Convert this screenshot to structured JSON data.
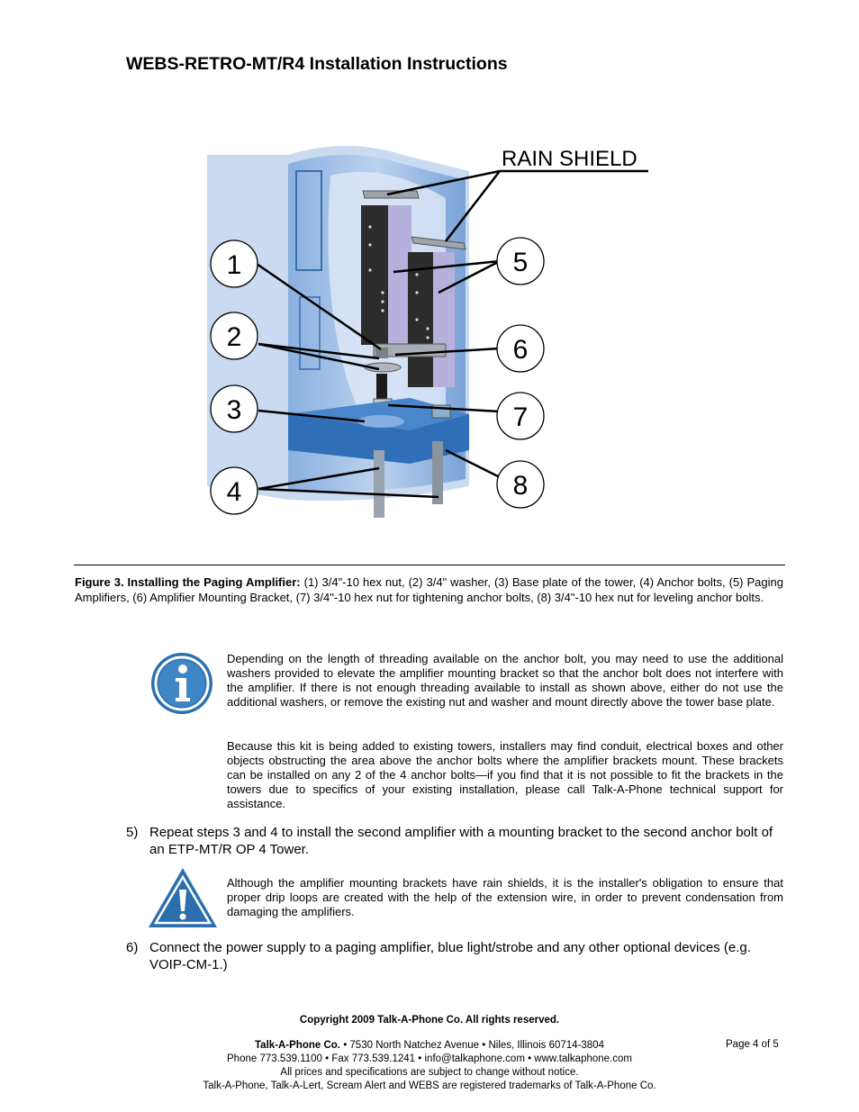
{
  "header": {
    "title": "WEBS-RETRO-MT/R4 Installation Instructions"
  },
  "figure": {
    "rain_shield_label": "RAIN SHIELD",
    "callouts": [
      "1",
      "2",
      "3",
      "4",
      "5",
      "6",
      "7",
      "8"
    ]
  },
  "caption": {
    "lead": "Figure 3. Installing the Paging Amplifier:",
    "body": " (1) 3/4\"-10 hex nut, (2) 3/4\" washer, (3) Base plate of the tower, (4) Anchor bolts, (5) Paging Amplifiers, (6) Amplifier Mounting Bracket, (7) 3/4\"-10 hex nut for tightening anchor bolts, (8) 3/4\"-10 hex nut for leveling anchor bolts."
  },
  "info_note": {
    "paragraph1": "Depending on the length of threading available on the anchor bolt, you may need to use the additional washers provided to elevate the amplifier mounting bracket so that the anchor bolt does not interfere with the amplifier.  If there is not enough threading available to install as shown above, either do not use the additional washers, or remove the existing nut and washer and mount directly above the tower base plate.",
    "paragraph2": "Because this kit is being added to existing towers, installers may find conduit, electrical boxes and other objects obstructing the area above the anchor bolts where the amplifier brackets mount. These brackets can be installed on any 2 of the 4 anchor bolts—if you find that it is not possible to fit the brackets in the towers due to specifics of your existing installation, please call Talk-A-Phone technical support for assistance."
  },
  "steps": [
    {
      "number": "5)",
      "text": "Repeat steps 3 and 4 to install the second amplifier with a mounting bracket to the second anchor bolt of an ETP-MT/R OP 4 Tower."
    },
    {
      "number": "6)",
      "text": "Connect the power supply to a paging amplifier, blue light/strobe and any other optional devices (e.g. VOIP-CM-1.)"
    }
  ],
  "warning_note": {
    "text": "Although the amplifier mounting brackets have rain shields, it is the installer's obligation to ensure that proper drip loops are created with the help of the extension wire, in order to prevent condensation from damaging the amplifiers."
  },
  "footer": {
    "copyright": "Copyright 2009 Talk-A-Phone Co.  All rights reserved.",
    "company_name": "Talk-A-Phone Co.",
    "address": " • 7530 North Natchez Avenue • Niles, Illinois 60714-3804",
    "contact": "Phone 773.539.1100 • Fax 773.539.1241 • info@talkaphone.com • www.talkaphone.com",
    "notice": "All prices and specifications are subject to change without notice.",
    "trademarks": "Talk-A-Phone, Talk-A-Lert, Scream Alert and WEBS are registered trademarks of Talk-A-Phone Co.",
    "page": "Page 4 of 5"
  },
  "colors": {
    "tower_blue": "#6f9fd6",
    "base_plate_blue": "#2f6fb8",
    "icon_blue": "#2b6fae"
  }
}
